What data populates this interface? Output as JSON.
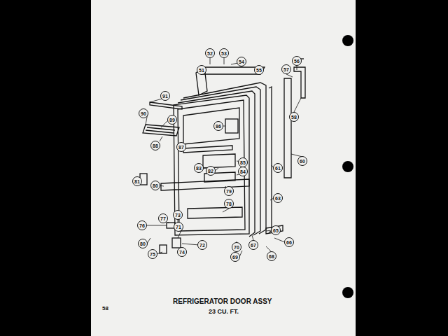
{
  "diagram": {
    "title": "REFRIGERATOR DOOR ASSY",
    "labels": [
      "52",
      "53",
      "54",
      "55",
      "51",
      "56",
      "57",
      "58",
      "60",
      "91",
      "90",
      "89",
      "88",
      "87",
      "86",
      "83",
      "82",
      "84",
      "85",
      "61",
      "81",
      "80",
      "79",
      "78",
      "63",
      "65",
      "77",
      "73",
      "76",
      "71",
      "72",
      "74",
      "75",
      "80",
      "70",
      "69",
      "67",
      "68",
      "66",
      "23 CU. FT.",
      "58"
    ]
  }
}
